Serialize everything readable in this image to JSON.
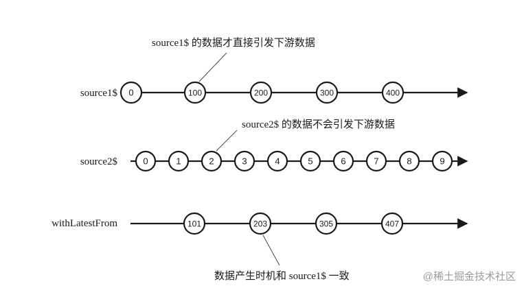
{
  "annotations": {
    "top": "source1$ 的数据才直接引发下游数据",
    "middle": "source2$ 的数据不会引发下游数据",
    "bottom": "数据产生时机和 source1$ 一致"
  },
  "streams": {
    "source1": {
      "label": "source1$",
      "marbles": [
        "0",
        "100",
        "200",
        "300",
        "400"
      ]
    },
    "source2": {
      "label": "source2$",
      "marbles": [
        "0",
        "1",
        "2",
        "3",
        "4",
        "5",
        "6",
        "7",
        "8",
        "9"
      ]
    },
    "output": {
      "label": "withLatestFrom",
      "marbles": [
        "101",
        "203",
        "305",
        "407"
      ]
    }
  },
  "watermark": "@稀土掘金技术社区",
  "colors": {
    "line": "#1a1a1a",
    "marble_fill": "#ffffff",
    "watermark": "#9a9a9a"
  }
}
